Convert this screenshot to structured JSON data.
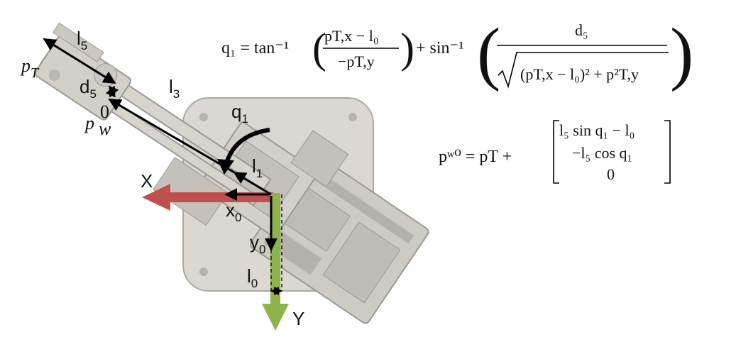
{
  "labels": {
    "l5": {
      "base": "l",
      "sub": "5"
    },
    "pT": {
      "base": "p",
      "sub": "T"
    },
    "d5": {
      "base": "d",
      "sub": "5"
    },
    "l3": {
      "base": "l",
      "sub": "3"
    },
    "pw0": {
      "base": "p",
      "sub": "w",
      "sup": "0"
    },
    "q1": {
      "base": "q",
      "sub": "1"
    },
    "l1": {
      "base": "l",
      "sub": "1"
    },
    "X": "X",
    "x0": {
      "base": "x",
      "sub": "0"
    },
    "y0": {
      "base": "y",
      "sub": "0"
    },
    "l0": {
      "base": "l",
      "sub": "0"
    },
    "Y": "Y"
  },
  "equations": {
    "q1": {
      "lhs": "q₁ = tan⁻¹",
      "frac1_num": "pT,x − l₀",
      "frac1_den": "−pT,y",
      "plus": "+ sin⁻¹",
      "frac2_num": "d₅",
      "frac2_den": "(pT,x − l₀)² + p²T,y"
    },
    "pw": {
      "lhs": "pʷ⁰ = pT +",
      "row1": "l₅ sin q₁ − l₀",
      "row2": "−l₅ cos q₁",
      "row3": "0"
    }
  },
  "colors": {
    "x_axis": "#c0504d",
    "y_axis": "#8db34a",
    "robot_fill": "#c9c6bc",
    "robot_stroke": "#8a877e"
  }
}
